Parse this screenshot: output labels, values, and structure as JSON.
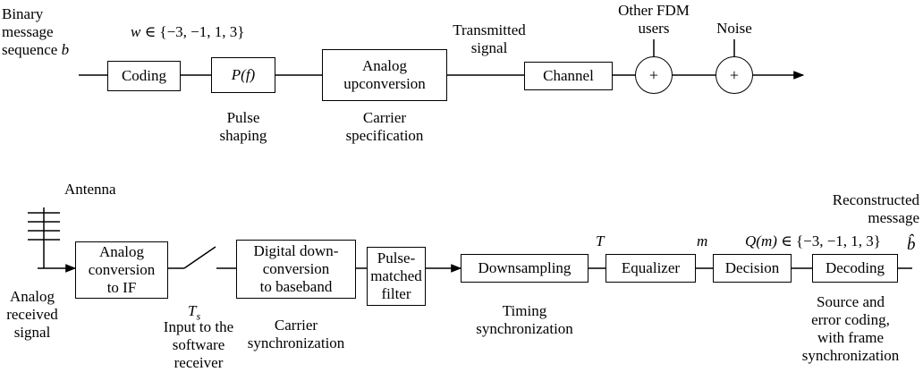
{
  "transmitter": {
    "input_label": "Binary\nmessage\nsequence",
    "input_symbol": "b",
    "symbol_set_var": "w",
    "symbol_set_rest": " ∈ {−3, −1, 1, 3}",
    "coding_block": "Coding",
    "pulse_block_p": "P",
    "pulse_block_f": "(f)",
    "pulse_caption": "Pulse\nshaping",
    "upconversion_block": "Analog\nupconversion",
    "carrier_caption": "Carrier\nspecification",
    "transmitted_label": "Transmitted\nsignal",
    "channel_block": "Channel",
    "fdm_label": "Other FDM\nusers",
    "noise_label": "Noise",
    "adder_symbol": "+"
  },
  "receiver": {
    "antenna_label": "Antenna",
    "analog_input_label": "Analog\nreceived\nsignal",
    "if_block": "Analog\nconversion\nto IF",
    "sampler_symbol": "T",
    "sampler_subscript": "s",
    "software_label": "Input to the\nsoftware\nreceiver",
    "digital_block": "Digital down-\nconversion\nto baseband",
    "carrier_sync_caption": "Carrier\nsynchronization",
    "matched_block": "Pulse-\nmatched\nfilter",
    "downsampling_block": "Downsampling",
    "timing_caption": "Timing\nsynchronization",
    "t_label": "T",
    "equalizer_block": "Equalizer",
    "m_label": "m",
    "decision_block": "Decision",
    "q_label_var": "Q(m)",
    "q_label_rest": " ∈ {−3, −1, 1, 3}",
    "decoding_block": "Decoding",
    "reconstructed_label": "Reconstructed\nmessage",
    "output_symbol": "b̂",
    "decoding_caption": "Source and\nerror coding,\nwith frame\nsynchronization"
  }
}
